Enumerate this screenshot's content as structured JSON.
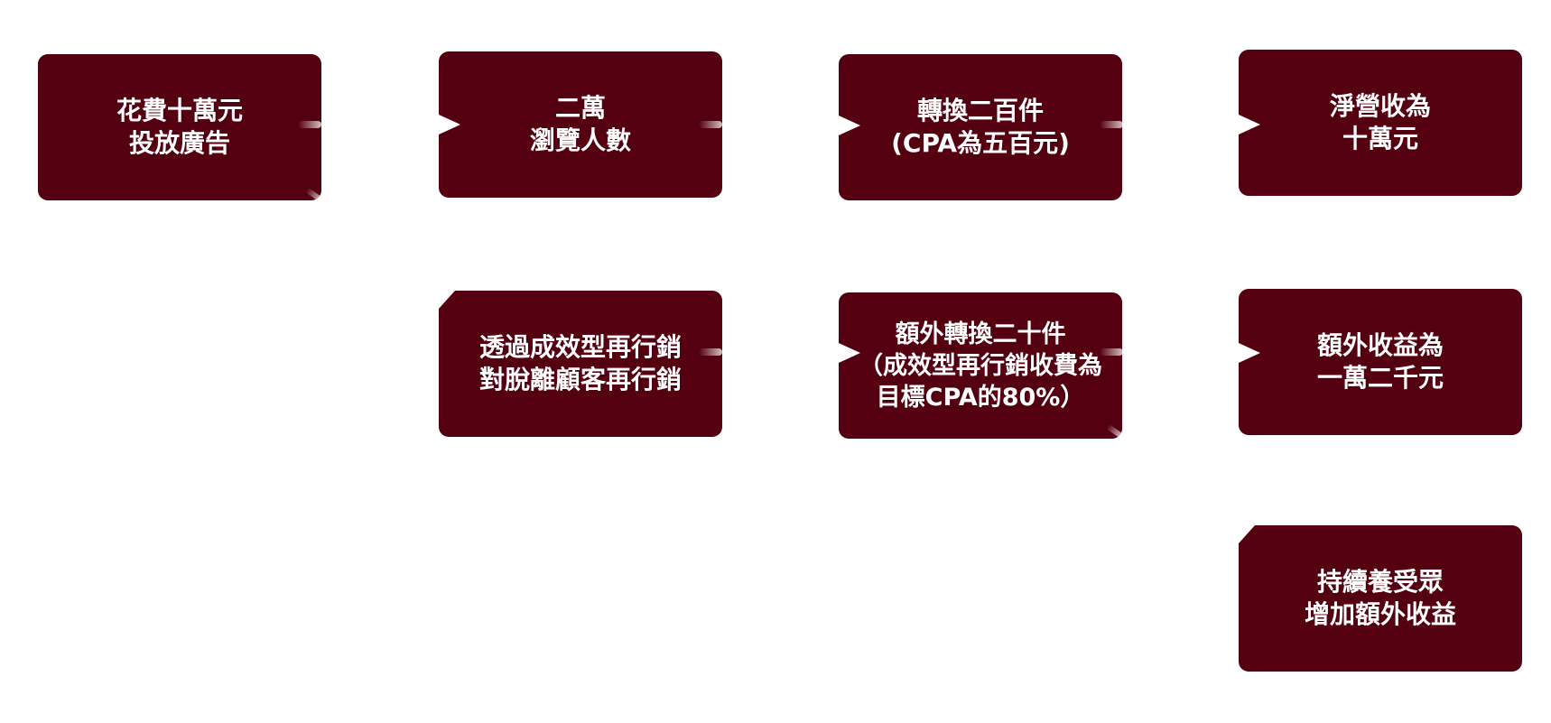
{
  "nodes": {
    "spend": {
      "lines": [
        "花費十萬元",
        "投放廣告"
      ]
    },
    "views": {
      "lines": [
        "二萬",
        "瀏覽人數"
      ]
    },
    "conversions": {
      "lines": [
        "轉換二百件",
        "(CPA為五百元)"
      ]
    },
    "revenue": {
      "lines": [
        "淨營收為",
        "十萬元"
      ]
    },
    "remarketing": {
      "lines": [
        "透過成效型再行銷",
        "對脫離顧客再行銷"
      ]
    },
    "extra_conversions": {
      "lines": [
        "額外轉換二十件",
        "（成效型再行銷收費為",
        "目標CPA的80%）"
      ]
    },
    "extra_revenue": {
      "lines": [
        "額外收益為",
        "一萬二千元"
      ]
    },
    "nurture": {
      "lines": [
        "持續養受眾",
        "增加額外收益"
      ]
    }
  },
  "colors": {
    "box": "#540011",
    "text": "#ffffff",
    "background": "#ffffff"
  }
}
